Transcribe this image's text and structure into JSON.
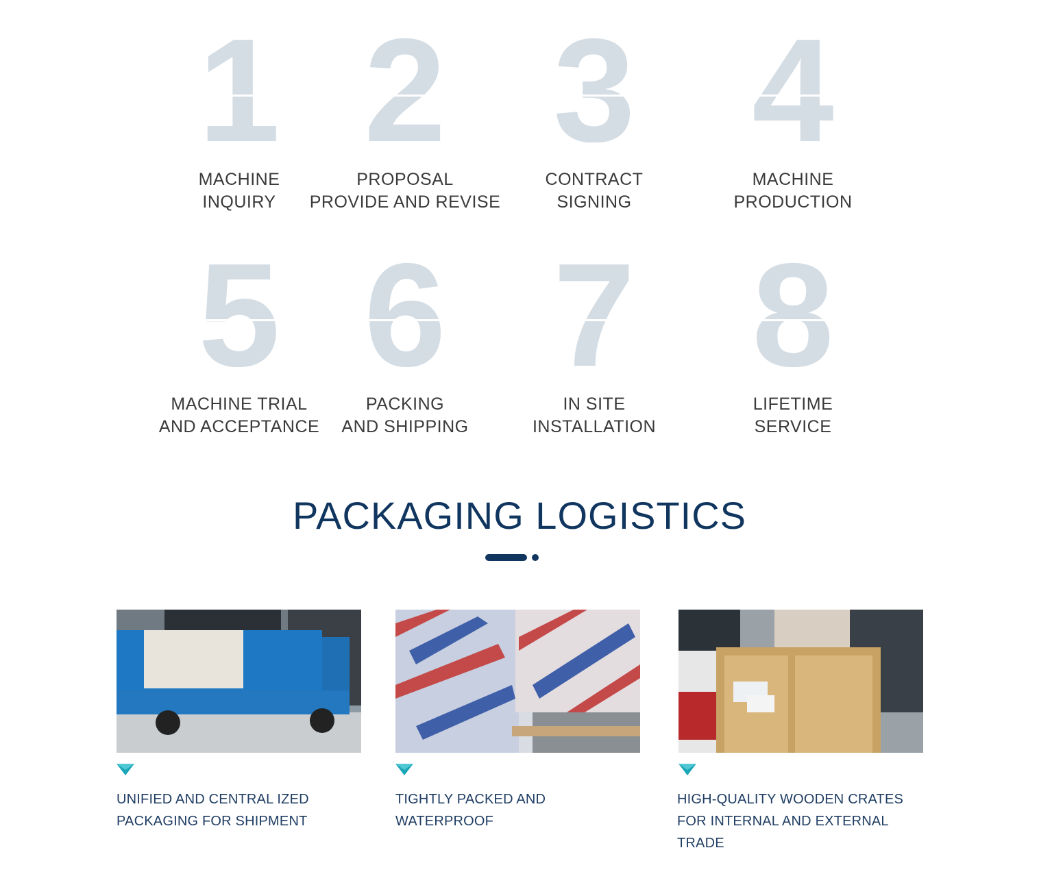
{
  "steps": [
    {
      "number": "1",
      "line1": "MACHINE",
      "line2": "INQUIRY"
    },
    {
      "number": "2",
      "line1": "PROPOSAL",
      "line2": "PROVIDE AND REVISE"
    },
    {
      "number": "3",
      "line1": "CONTRACT",
      "line2": "SIGNING"
    },
    {
      "number": "4",
      "line1": "MACHINE",
      "line2": "PRODUCTION"
    },
    {
      "number": "5",
      "line1": "MACHINE TRIAL",
      "line2": "AND ACCEPTANCE"
    },
    {
      "number": "6",
      "line1": "PACKING",
      "line2": "AND SHIPPING"
    },
    {
      "number": "7",
      "line1": "IN SITE",
      "line2": "INSTALLATION"
    },
    {
      "number": "8",
      "line1": "LIFETIME",
      "line2": "SERVICE"
    }
  ],
  "section": {
    "title": "PACKAGING LOGISTICS"
  },
  "cards": [
    {
      "photo_icon": "truck-loaded-photo",
      "line1": "UNIFIED AND CENTRAL IZED",
      "line2": "PACKAGING FOR SHIPMENT"
    },
    {
      "photo_icon": "wrapped-machine-photo",
      "line1": "TIGHTLY PACKED AND",
      "line2": "WATERPROOF"
    },
    {
      "photo_icon": "wooden-crate-photo",
      "line1": "HIGH-QUALITY WOODEN CRATES",
      "line2": "FOR INTERNAL AND EXTERNAL TRADE"
    }
  ],
  "colors": {
    "digit": "#d5dde4",
    "title": "#10365f",
    "label": "#3a3a3a",
    "caption": "#1f3d63",
    "accent_triangle": "#1aa6b7"
  }
}
